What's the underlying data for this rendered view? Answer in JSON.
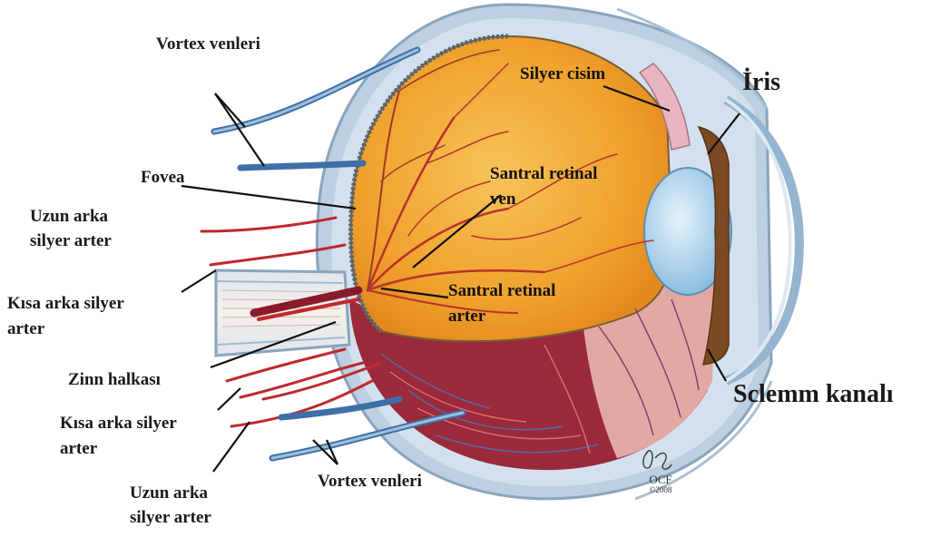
{
  "labels": {
    "vortex_top": "Vortex venleri",
    "fovea": "Fovea",
    "uzun_top_1": "Uzun arka",
    "uzun_top_2": "silyer arter",
    "kisa_top_1": "Kısa arka silyer",
    "kisa_top_2": "arter",
    "zinn": "Zinn halkası",
    "kisa_bottom_1": "Kısa arka silyer",
    "kisa_bottom_2": "arter",
    "uzun_bottom_1": "Uzun arka",
    "uzun_bottom_2": "silyer arter",
    "vortex_bottom": "Vortex venleri",
    "silyer_cisim": "Silyer cisim",
    "iris": "İris",
    "santral_ven_1": "Santral retinal",
    "santral_ven_2": "ven",
    "santral_arter_1": "Santral retinal",
    "santral_arter_2": "arter",
    "sclemm": "Sclemm kanalı"
  },
  "credit": {
    "org": "OCF",
    "year": "©2008"
  },
  "colors": {
    "vitreous": "#f2a42a",
    "sclera": "#c9d8e6",
    "artery": "#c0282d",
    "vein": "#3e6fa8",
    "lens": "#9cc8e4",
    "iris": "#7a4a22"
  }
}
